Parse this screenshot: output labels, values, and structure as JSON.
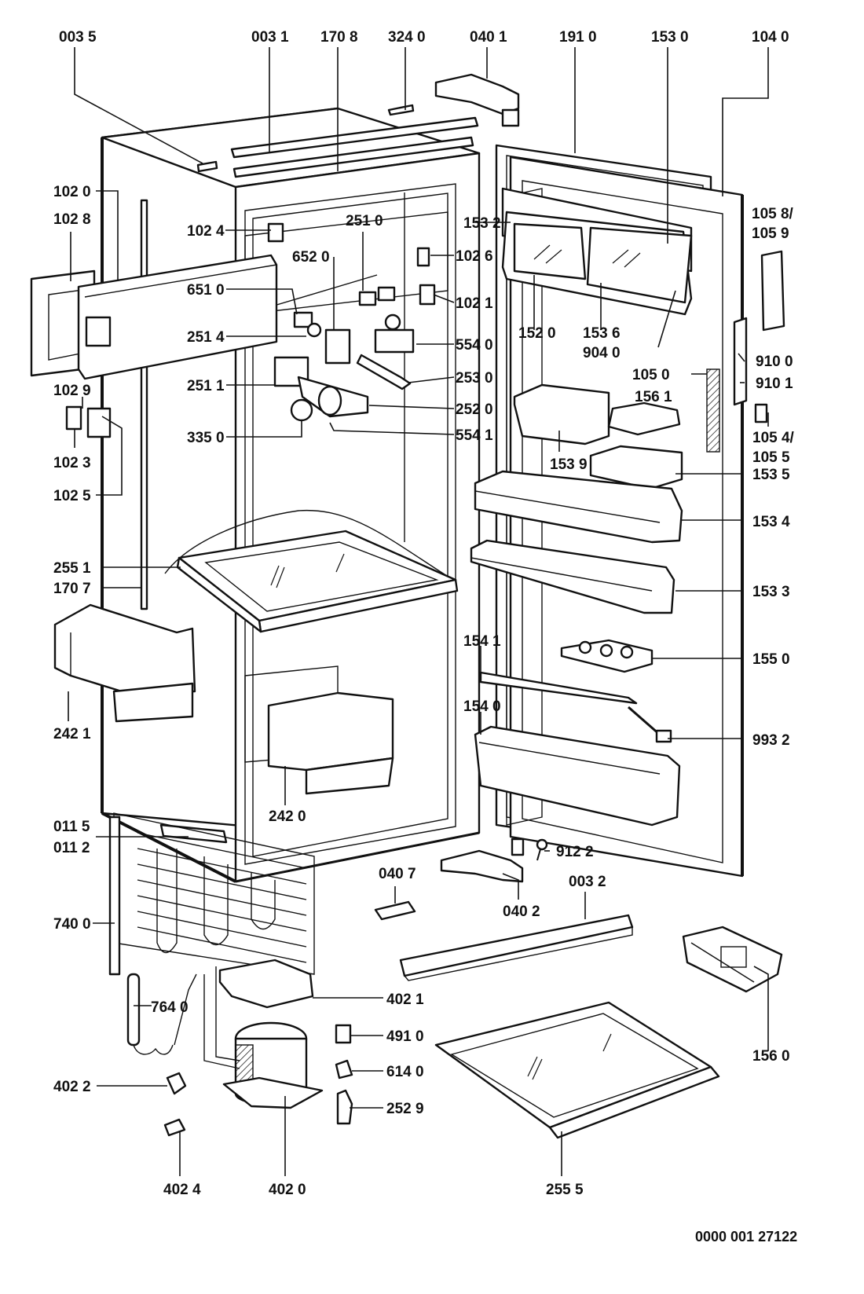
{
  "labels": {
    "l0035": "003 5",
    "l0031": "003 1",
    "l1708": "170 8",
    "l3240": "324 0",
    "l0401": "040 1",
    "l1910": "191 0",
    "l1530": "153 0",
    "l1040": "104 0",
    "l1020": "102 0",
    "l1028": "102 8",
    "l1024": "102 4",
    "l2510": "251 0",
    "l1532": "153 2",
    "l1058": "105 8/",
    "l1059": "105 9",
    "l6520": "652 0",
    "l1026": "102 6",
    "l6510": "651 0",
    "l1021": "102 1",
    "l2514": "251 4",
    "l5540": "554 0",
    "l1520": "152 0",
    "l1536": "153 6",
    "l9040": "904 0",
    "l9100": "910 0",
    "l1029": "102 9",
    "l1050": "105 0",
    "l2530": "253 0",
    "l9101": "910 1",
    "l2511": "251 1",
    "l1561": "156 1",
    "l2520": "252 0",
    "l1054": "105 4/",
    "l1055": "105 5",
    "l3350": "335 0",
    "l5541": "554 1",
    "l1023": "102 3",
    "l1539": "153 9",
    "l1535": "153 5",
    "l1025": "102 5",
    "l1534": "153 4",
    "l2551": "255 1",
    "l1707": "170 7",
    "l1533": "153 3",
    "l1550": "155 0",
    "l1541": "154 1",
    "l2421": "242 1",
    "l1540": "154 0",
    "l9932": "993 2",
    "l2420": "242 0",
    "l0115": "011 5",
    "l0112": "011 2",
    "l9122": "912 2",
    "l0407": "040 7",
    "l0032": "003 2",
    "l0402": "040 2",
    "l7400": "740 0",
    "l4021": "402 1",
    "l7640": "764 0",
    "l4910": "491 0",
    "l1560": "156 0",
    "l6140": "614 0",
    "l4022": "402 2",
    "l2529": "252 9",
    "l4024": "402 4",
    "l4020": "402 0",
    "l2555": "255 5"
  },
  "document_number": "0000 001 27122"
}
